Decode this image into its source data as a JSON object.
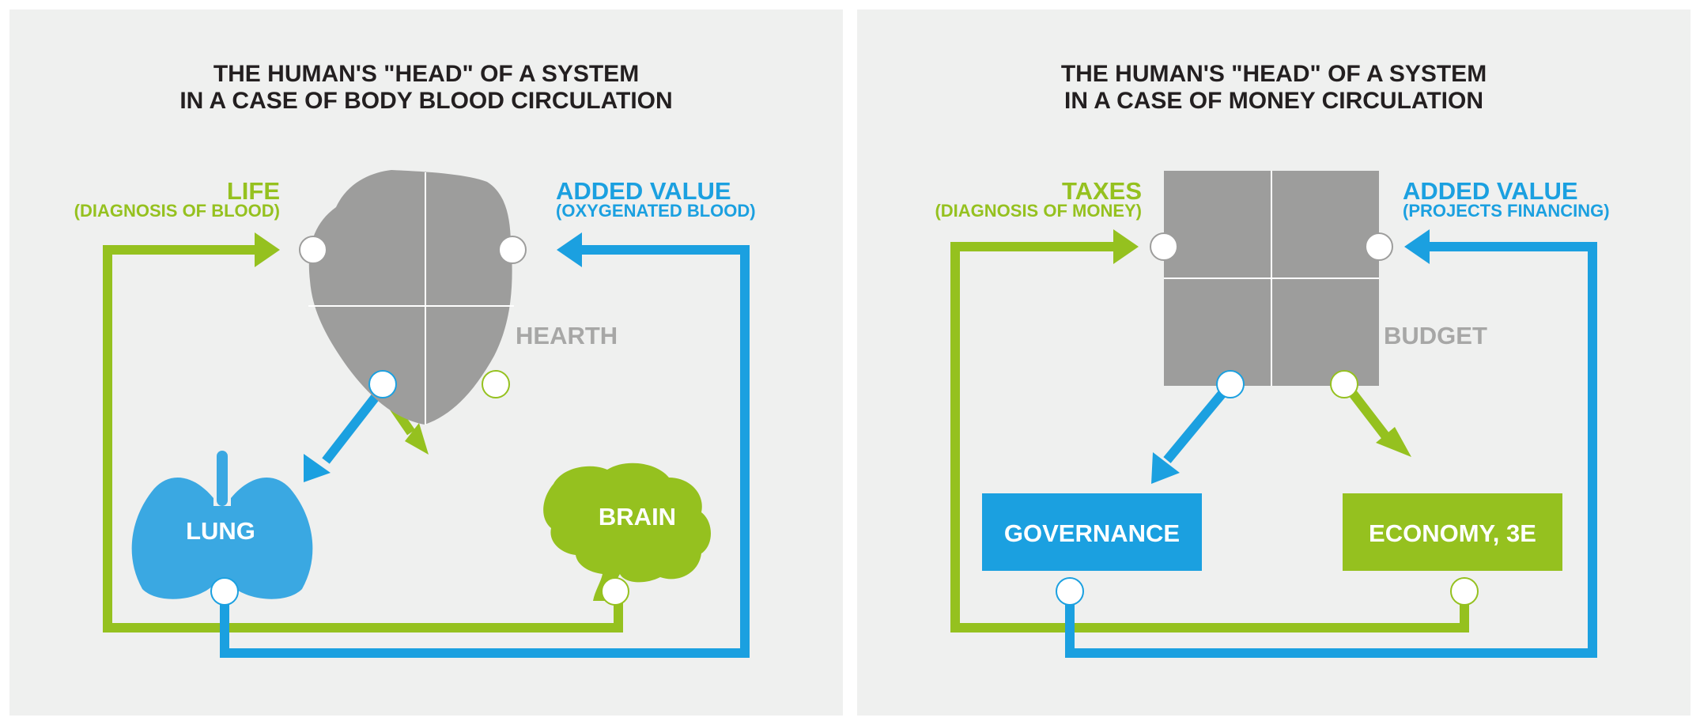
{
  "colors": {
    "green": "#95c11f",
    "blue": "#1ba0e0",
    "grey": "#9d9d9c",
    "panel": "#eff0ef",
    "title": "#231f20",
    "lung": "#3aa8e2"
  },
  "left": {
    "title_line1": "THE HUMAN'S \"HEAD\" OF A SYSTEM",
    "title_line2": "IN A CASE OF BODY BLOOD CIRCULATION",
    "input_label": "LIFE",
    "input_sub": "(DIAGNOSIS OF BLOOD)",
    "output_label": "ADDED VALUE",
    "output_sub": "(OXYGENATED BLOOD)",
    "center_label": "HEARTH",
    "node_left": "LUNG",
    "node_right": "BRAIN",
    "center_icon": "heart-icon",
    "left_icon": "lung-icon",
    "right_icon": "brain-icon"
  },
  "right": {
    "title_line1": "THE HUMAN'S \"HEAD\" OF A SYSTEM",
    "title_line2": "IN A CASE OF MONEY CIRCULATION",
    "input_label": "TAXES",
    "input_sub": "(DIAGNOSIS OF MONEY)",
    "output_label": "ADDED VALUE",
    "output_sub": "(PROJECTS FINANCING)",
    "center_label": "BUDGET",
    "node_left": "GOVERNANCE",
    "node_right": "ECONOMY, 3E"
  }
}
